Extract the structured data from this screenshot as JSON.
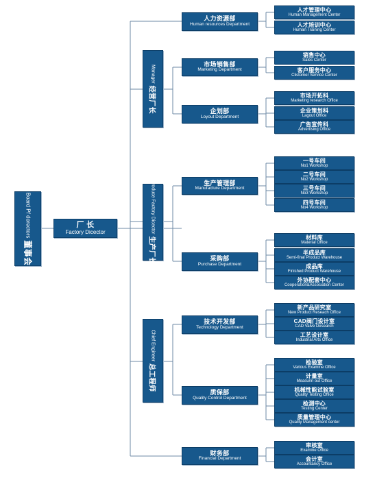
{
  "board": {
    "cn": "董事会",
    "en": "Board Pf dorectors"
  },
  "factory": {
    "cn": "厂 长",
    "en": "Factory Dicector"
  },
  "managers": [
    {
      "cn": "经营厂长",
      "en": "Manager"
    },
    {
      "cn": "生产厂长",
      "en": "Produce Factory Dicector"
    },
    {
      "cn": "总工程师",
      "en": "Chief Engineer"
    }
  ],
  "departments": [
    {
      "cn": "人力资源部",
      "en": "Human resources Department"
    },
    {
      "cn": "市场销售部",
      "en": "Marketing Department"
    },
    {
      "cn": "企划部",
      "en": "Loyout Department"
    },
    {
      "cn": "生产管理部",
      "en": "Manufacture Department"
    },
    {
      "cn": "采购部",
      "en": "Purchase Department"
    },
    {
      "cn": "技术开发部",
      "en": "Technology Department"
    },
    {
      "cn": "质保部",
      "en": "Quality Control Department"
    },
    {
      "cn": "财务部",
      "en": "Financial Department"
    }
  ],
  "units": [
    {
      "cn": "人才管理中心",
      "en": "Human Management Center"
    },
    {
      "cn": "人才培训中心",
      "en": "Human Training Center"
    },
    {
      "cn": "销售中心",
      "en": "Sales Center"
    },
    {
      "cn": "客户服务中心",
      "en": "Clistomer Service Center"
    },
    {
      "cn": "市场开拓科",
      "en": "Marketing research Office"
    },
    {
      "cn": "企业策划科",
      "en": "Lagout Office"
    },
    {
      "cn": "广告宣传科",
      "en": "Advertising Office"
    },
    {
      "cn": "一号车间",
      "en": "No1 Workshop"
    },
    {
      "cn": "二号车间",
      "en": "No2 Workshop"
    },
    {
      "cn": "三号车间",
      "en": "No3 Workshop"
    },
    {
      "cn": "四号车间",
      "en": "No4 Workshop"
    },
    {
      "cn": "材料库",
      "en": "Material Office"
    },
    {
      "cn": "半成品库",
      "en": "Semi-final Product Warehouse"
    },
    {
      "cn": "成品库",
      "en": "Finished Product Warehouse"
    },
    {
      "cn": "外协配套中心",
      "en": "Cooperation&Association Center"
    },
    {
      "cn": "新产品研究室",
      "en": "New Product Reseach Office"
    },
    {
      "cn": "CAD阀门设计室",
      "en": "CAD Valve Desearch"
    },
    {
      "cn": "工艺设计室",
      "en": "Industrial Arts Office"
    },
    {
      "cn": "检验室",
      "en": "Various Examine Office"
    },
    {
      "cn": "计量室",
      "en": "Measurin out Office"
    },
    {
      "cn": "机械性能试验室",
      "en": "Quality Testing Office"
    },
    {
      "cn": "检测中心",
      "en": "Testing Center"
    },
    {
      "cn": "质量管理中心",
      "en": "Quality Management center"
    },
    {
      "cn": "审核室",
      "en": "Examine Office"
    },
    {
      "cn": "会计室",
      "en": "Accountancy Office"
    }
  ],
  "colors": {
    "box": "#17588c",
    "line": "#6d8aa6"
  }
}
